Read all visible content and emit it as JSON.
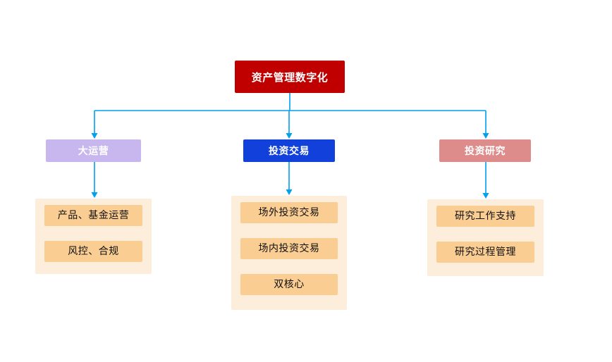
{
  "diagram": {
    "title_node": {
      "label": "资产管理数字化",
      "bg": "#C00000",
      "text_color": "#FFFFFF"
    },
    "branches": [
      {
        "label": "大运营",
        "bg": "#C8B7EE",
        "text_color": "#FFFFFF",
        "items": [
          "产品、基金运营",
          "风控、合规"
        ]
      },
      {
        "label": "投资交易",
        "bg": "#1141DA",
        "text_color": "#FFFFFF",
        "items": [
          "场外投资交易",
          "场内投资交易",
          "双核心"
        ]
      },
      {
        "label": "投资研究",
        "bg": "#DD8B8B",
        "text_color": "#FFFFFF",
        "items": [
          "研究工作支持",
          "研究过程管理"
        ]
      }
    ],
    "colors": {
      "connector": "#00A0F0",
      "container_bg": "#FDEEDC",
      "item_bg": "#FACD93",
      "item_text": "#111111",
      "canvas_bg": "#FFFFFF"
    }
  }
}
